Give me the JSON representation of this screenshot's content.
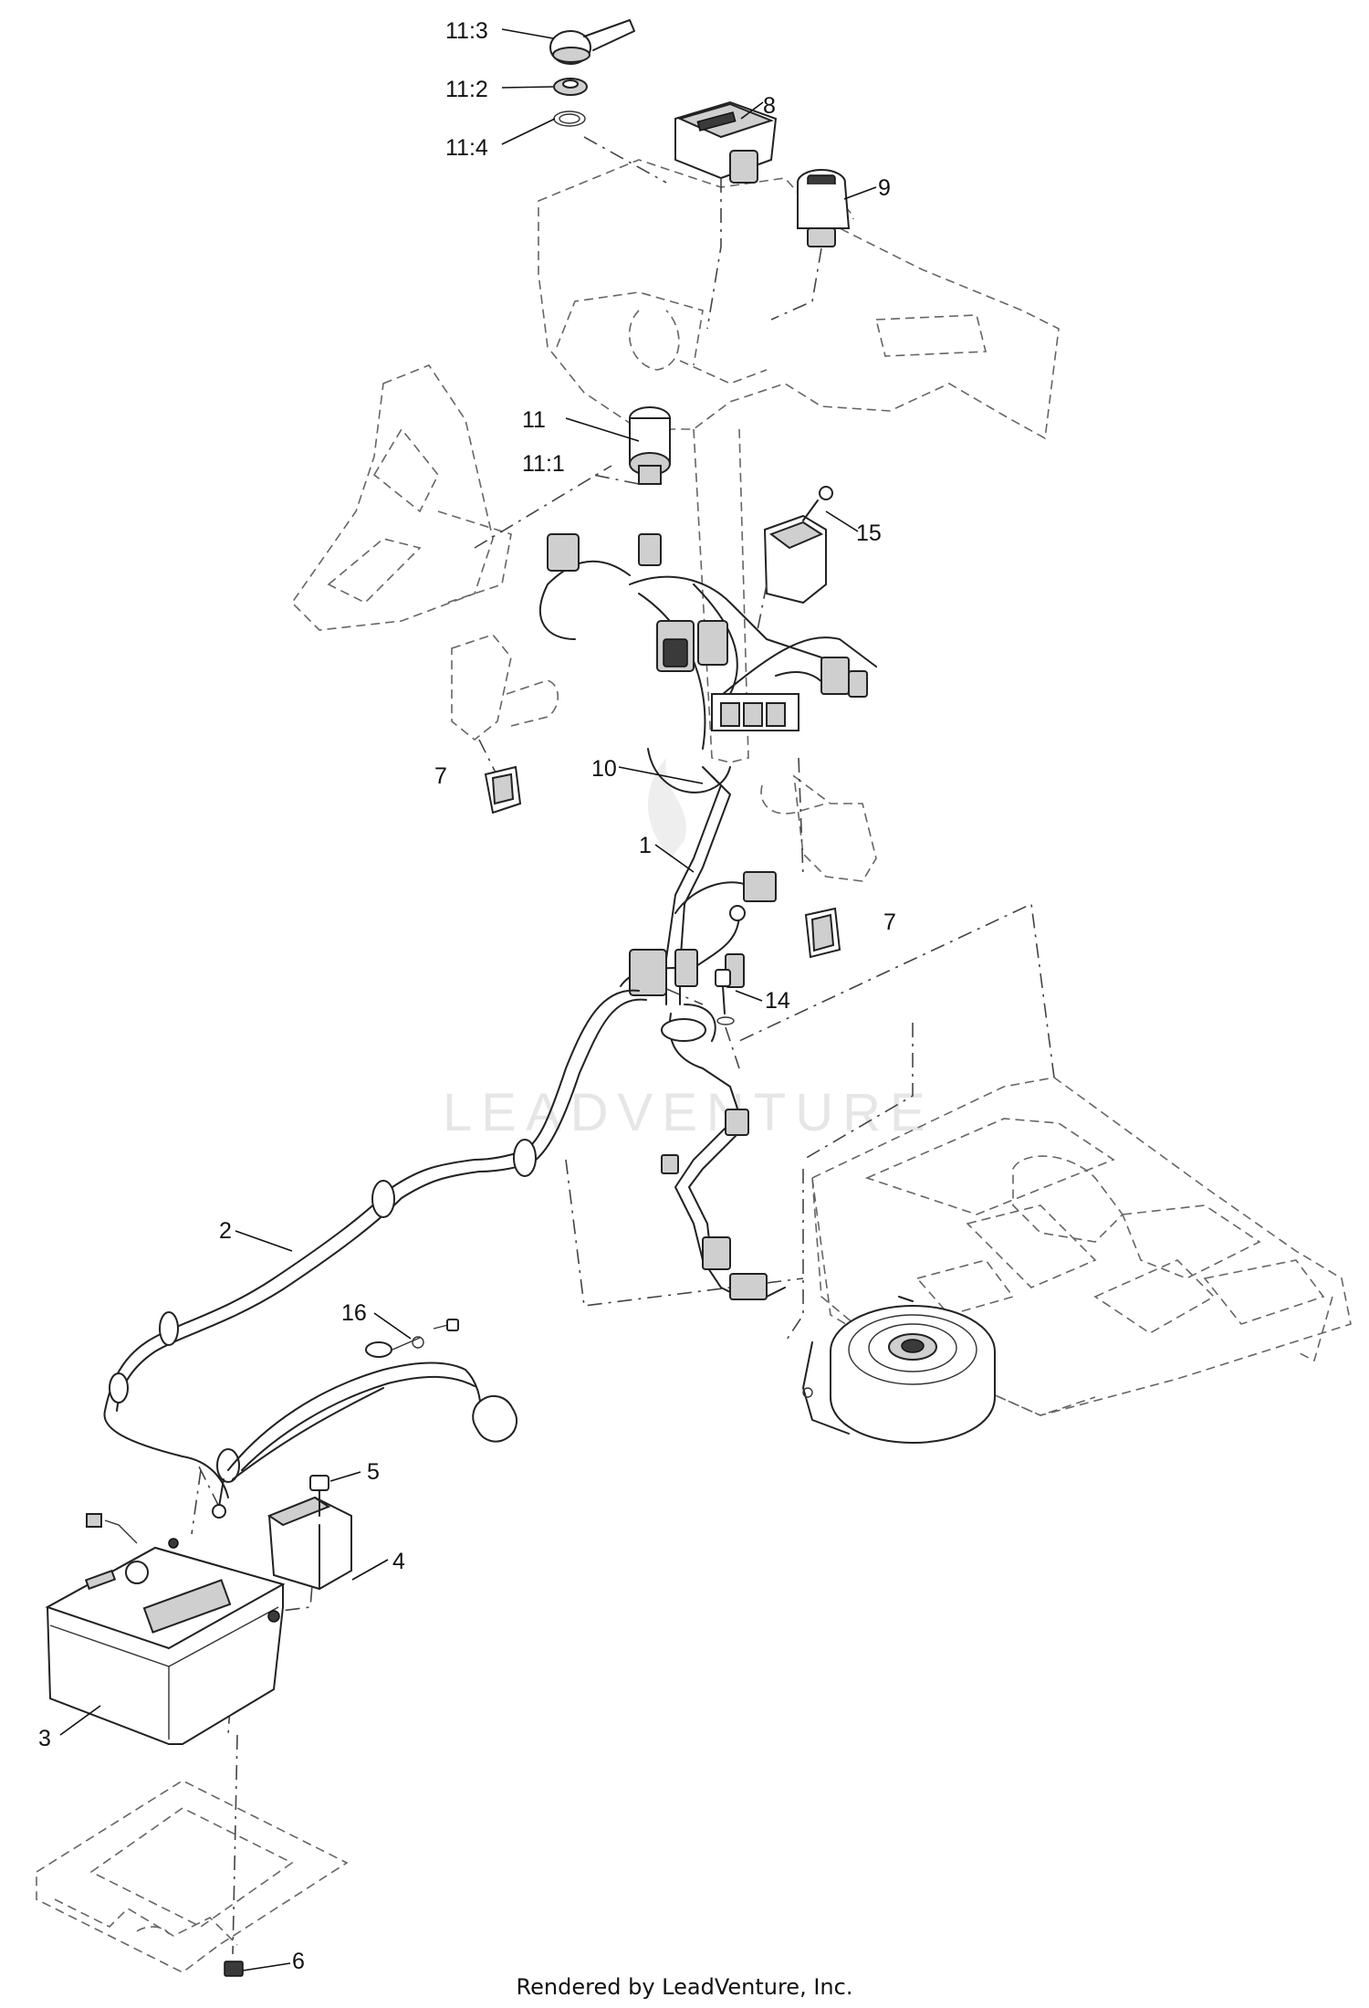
{
  "watermark": "LEADVENTURE",
  "footer": "Rendered by LeadVenture, Inc.",
  "callouts": [
    {
      "id": "11-3",
      "text": "11:3"
    },
    {
      "id": "11-2",
      "text": "11:2"
    },
    {
      "id": "11-4",
      "text": "11:4"
    },
    {
      "id": "8",
      "text": "8"
    },
    {
      "id": "9",
      "text": "9"
    },
    {
      "id": "11",
      "text": "11"
    },
    {
      "id": "11-1",
      "text": "11:1"
    },
    {
      "id": "15",
      "text": "15"
    },
    {
      "id": "7a",
      "text": "7"
    },
    {
      "id": "10",
      "text": "10"
    },
    {
      "id": "1",
      "text": "1"
    },
    {
      "id": "7b",
      "text": "7"
    },
    {
      "id": "14",
      "text": "14"
    },
    {
      "id": "2",
      "text": "2"
    },
    {
      "id": "16",
      "text": "16"
    },
    {
      "id": "5",
      "text": "5"
    },
    {
      "id": "4",
      "text": "4"
    },
    {
      "id": "3",
      "text": "3"
    },
    {
      "id": "6",
      "text": "6"
    }
  ]
}
